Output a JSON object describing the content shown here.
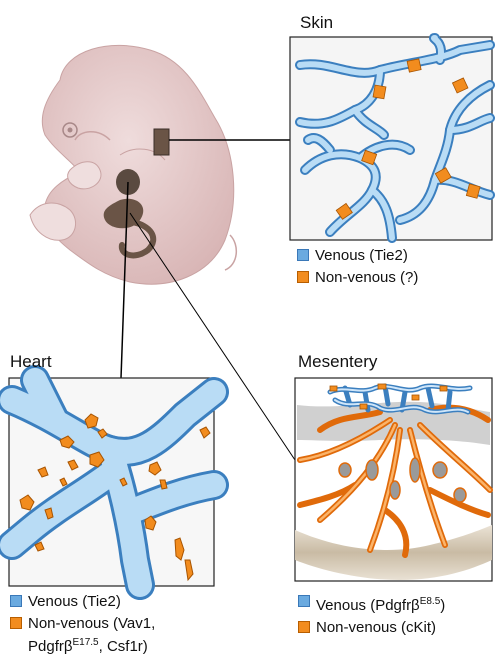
{
  "skin": {
    "title": "Skin",
    "legend": [
      {
        "label": "Venous (Tie2)",
        "color": "#6aaae0"
      },
      {
        "label": "Non-venous (?)",
        "color": "#f28c1e"
      }
    ]
  },
  "heart": {
    "title": "Heart",
    "legend_venous": "Venous (Tie2)",
    "legend_nonvenous_line1": "Non-venous (Vav1,",
    "legend_nonvenous_line2_a": "Pdgfrβ",
    "legend_nonvenous_line2_sup": "E17.5",
    "legend_nonvenous_line2_b": ", Csf1r)"
  },
  "mesentery": {
    "title": "Mesentery",
    "legend_venous_a": "Venous (Pdgfrβ",
    "legend_venous_sup": "E8.5",
    "legend_venous_b": ")",
    "legend_nonvenous": "Non-venous (cKit)"
  },
  "colors": {
    "venous": "#6aaae0",
    "nonvenous": "#f28c1e",
    "embryo": "#e6cccb"
  }
}
